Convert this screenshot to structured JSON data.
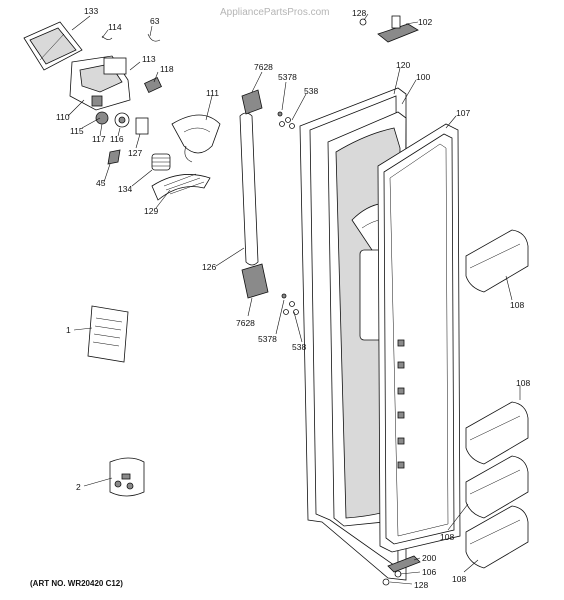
{
  "watermark": "AppliancePartsPros.com",
  "art_number": "(ART NO. WR20420 C12)",
  "callouts": {
    "c133": "133",
    "c114": "114",
    "c63": "63",
    "c113": "113",
    "c118": "118",
    "c110": "110",
    "c115": "115",
    "c117": "117",
    "c116": "116",
    "c127": "127",
    "c111": "111",
    "c45": "45",
    "c134": "134",
    "c129": "129",
    "c126": "126",
    "c1": "1",
    "c2": "2",
    "c7628a": "7628",
    "c5378a": "5378",
    "c538a": "538",
    "c7628b": "7628",
    "c5378b": "5378",
    "c538b": "538",
    "c128a": "128",
    "c102": "102",
    "c120": "120",
    "c100": "100",
    "c107": "107",
    "c108a": "108",
    "c108b": "108",
    "c108c": "108",
    "c108d": "108",
    "c200": "200",
    "c106": "106",
    "c128b": "128"
  }
}
